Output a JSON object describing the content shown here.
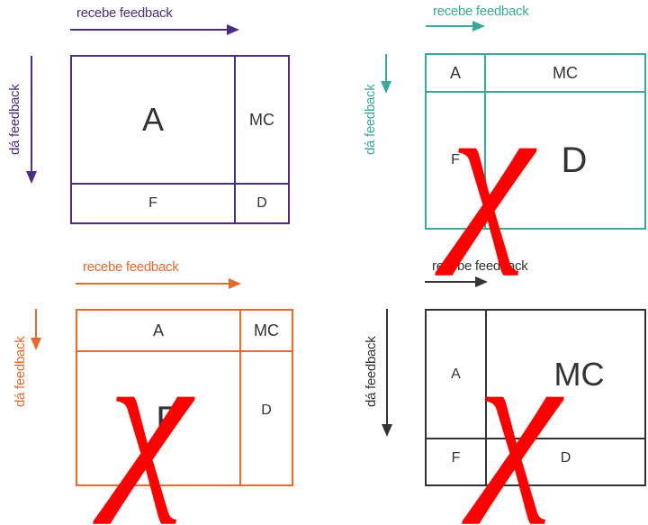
{
  "colors": {
    "purple": "#4b2e83",
    "teal": "#3aa89a",
    "orange": "#e8692a",
    "dark": "#333333",
    "cross": "#ff0000"
  },
  "panels": [
    {
      "id": "top-left",
      "receives_label": "recebe feedback",
      "gives_label": "dá feedback",
      "cells": {
        "big": "A",
        "right": "MC",
        "bottom": "F",
        "corner": "D"
      }
    },
    {
      "id": "top-right",
      "receives_label": "recebe feedback",
      "gives_label": "dá feedback",
      "cells": {
        "top_left": "A",
        "top": "MC",
        "left": "F",
        "big": "D"
      }
    },
    {
      "id": "bottom-left",
      "receives_label": "recebe feedback",
      "gives_label": "dá feedback",
      "cells": {
        "top": "A",
        "corner": "MC",
        "big": "F",
        "right": "D"
      }
    },
    {
      "id": "bottom-right",
      "receives_label": "recebe feedback",
      "gives_label": "dá feedback",
      "cells": {
        "left": "A",
        "big": "MC",
        "corner": "F",
        "bottom": "D"
      }
    }
  ],
  "marks": {
    "cross_glyph": "χ"
  }
}
